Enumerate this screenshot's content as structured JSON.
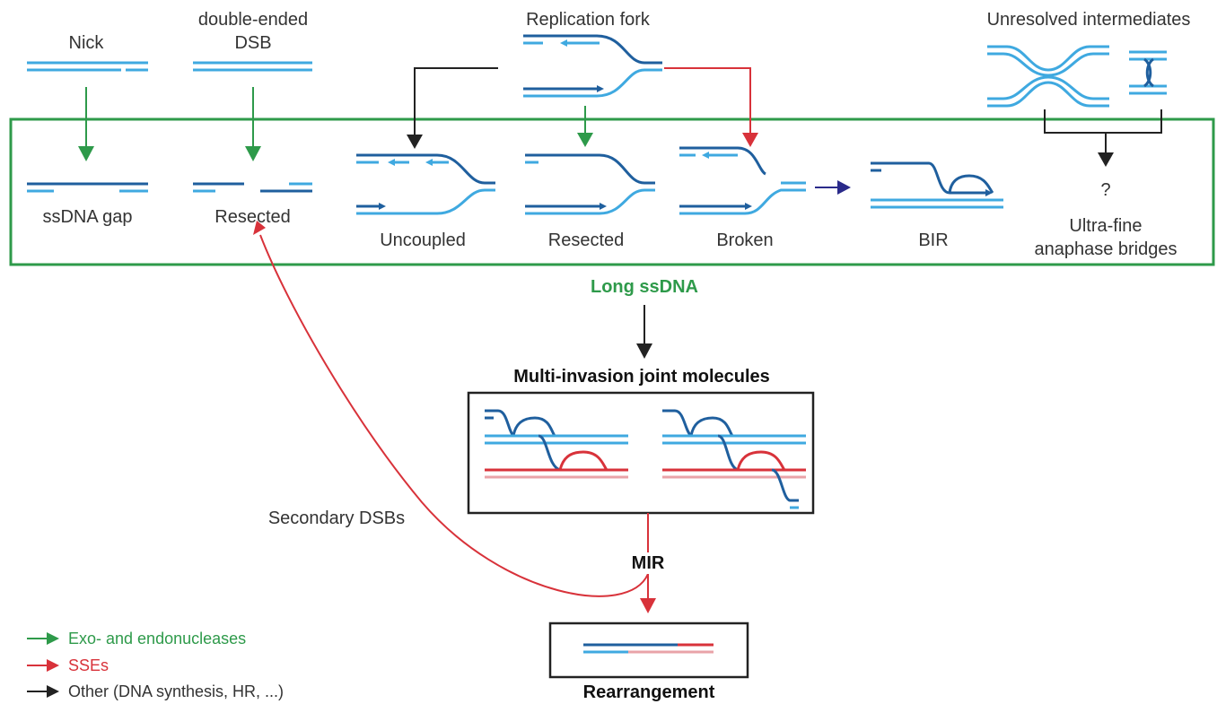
{
  "colors": {
    "light_blue": "#3fa9e0",
    "dark_blue": "#1f5f9e",
    "green": "#2e9a4a",
    "red": "#d8323a",
    "pink": "#e9a3a8",
    "black": "#222222",
    "navy": "#2a2a8a"
  },
  "top": {
    "nick": "Nick",
    "dsb_line1": "double-ended",
    "dsb_line2": "DSB",
    "fork": "Replication fork",
    "unresolved": "Unresolved intermediates"
  },
  "box": {
    "ssdna_gap": "ssDNA gap",
    "resected_dsb": "Resected",
    "uncoupled": "Uncoupled",
    "resected_fork": "Resected",
    "broken": "Broken",
    "bir": "BIR",
    "question": "?",
    "ufb_line1": "Ultra-fine",
    "ufb_line2": "anaphase bridges"
  },
  "long_ssdna": "Long ssDNA",
  "multi_invasion": "Multi-invasion joint molecules",
  "secondary_dsbs": "Secondary DSBs",
  "mir": "MIR",
  "rearrangement": "Rearrangement",
  "legend": [
    {
      "label": "Exo- and endonucleases",
      "color": "#2e9a4a",
      "icon": "green-arrow-icon"
    },
    {
      "label": "SSEs",
      "color": "#d8323a",
      "icon": "red-arrow-icon"
    },
    {
      "label": "Other (DNA synthesis, HR, ...)",
      "color": "#222222",
      "icon": "black-arrow-icon"
    }
  ]
}
